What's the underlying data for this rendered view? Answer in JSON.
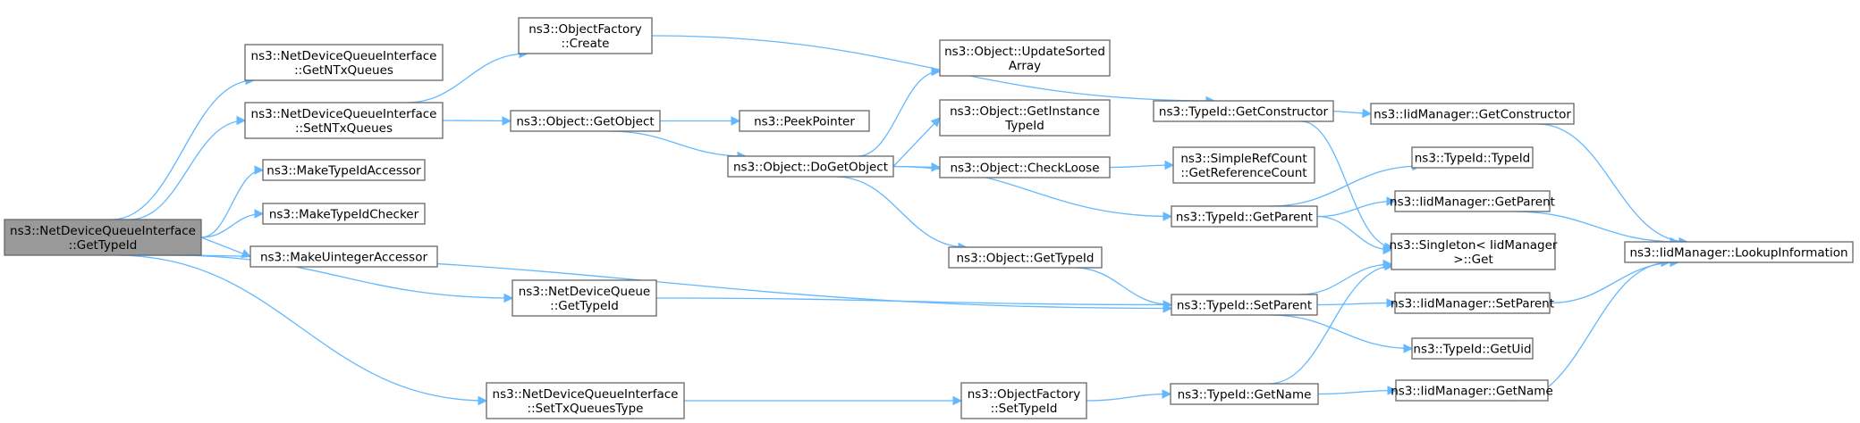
{
  "graph": {
    "type": "call-graph",
    "colors": {
      "edge": "#63b8ff",
      "node_border": "#666666",
      "root_fill": "#999999",
      "node_fill": "#ffffff"
    },
    "nodes": [
      {
        "id": "root",
        "lines": [
          "ns3::NetDeviceQueueInterface",
          "::GetTypeId"
        ],
        "root": true
      },
      {
        "id": "getntx",
        "lines": [
          "ns3::NetDeviceQueueInterface",
          "::GetNTxQueues"
        ]
      },
      {
        "id": "setntx",
        "lines": [
          "ns3::NetDeviceQueueInterface",
          "::SetNTxQueues"
        ]
      },
      {
        "id": "mktypeacc",
        "lines": [
          "ns3::MakeTypeIdAccessor"
        ]
      },
      {
        "id": "mktypechk",
        "lines": [
          "ns3::MakeTypeIdChecker"
        ]
      },
      {
        "id": "mkuintacc",
        "lines": [
          "ns3::MakeUintegerAccessor"
        ]
      },
      {
        "id": "ndq_gettid",
        "lines": [
          "ns3::NetDeviceQueue",
          "::GetTypeId"
        ]
      },
      {
        "id": "settxqt",
        "lines": [
          "ns3::NetDeviceQueueInterface",
          "::SetTxQueuesType"
        ]
      },
      {
        "id": "objfactcreate",
        "lines": [
          "ns3::ObjectFactory",
          "::Create"
        ]
      },
      {
        "id": "objgetobj",
        "lines": [
          "ns3::Object::GetObject"
        ]
      },
      {
        "id": "peekptr",
        "lines": [
          "ns3::PeekPointer"
        ]
      },
      {
        "id": "dogetobj",
        "lines": [
          "ns3::Object::DoGetObject"
        ]
      },
      {
        "id": "updsorted",
        "lines": [
          "ns3::Object::UpdateSorted",
          "Array"
        ]
      },
      {
        "id": "getinst",
        "lines": [
          "ns3::Object::GetInstance",
          "TypeId"
        ]
      },
      {
        "id": "chkloose",
        "lines": [
          "ns3::Object::CheckLoose"
        ]
      },
      {
        "id": "objgettid",
        "lines": [
          "ns3::Object::GetTypeId"
        ]
      },
      {
        "id": "ofsettid",
        "lines": [
          "ns3::ObjectFactory",
          "::SetTypeId"
        ]
      },
      {
        "id": "tgetctor",
        "lines": [
          "ns3::TypeId::GetConstructor"
        ]
      },
      {
        "id": "srcgetref",
        "lines": [
          "ns3::SimpleRefCount",
          "::GetReferenceCount"
        ]
      },
      {
        "id": "tgetparent",
        "lines": [
          "ns3::TypeId::GetParent"
        ]
      },
      {
        "id": "tsetparent",
        "lines": [
          "ns3::TypeId::SetParent"
        ]
      },
      {
        "id": "tgetname",
        "lines": [
          "ns3::TypeId::GetName"
        ]
      },
      {
        "id": "iidgetctor",
        "lines": [
          "ns3::IidManager::GetConstructor"
        ]
      },
      {
        "id": "ttypeid",
        "lines": [
          "ns3::TypeId::TypeId"
        ]
      },
      {
        "id": "iidgetparent",
        "lines": [
          "ns3::IidManager::GetParent"
        ]
      },
      {
        "id": "singleton",
        "lines": [
          "ns3::Singleton< IidManager",
          ">::Get"
        ]
      },
      {
        "id": "iidsetparent",
        "lines": [
          "ns3::IidManager::SetParent"
        ]
      },
      {
        "id": "tgetuid",
        "lines": [
          "ns3::TypeId::GetUid"
        ]
      },
      {
        "id": "iidgetname",
        "lines": [
          "ns3::IidManager::GetName"
        ]
      },
      {
        "id": "iidlookup",
        "lines": [
          "ns3::IidManager::LookupInformation"
        ]
      }
    ],
    "edges": [
      [
        "root",
        "getntx"
      ],
      [
        "root",
        "setntx"
      ],
      [
        "root",
        "mktypeacc"
      ],
      [
        "root",
        "mktypechk"
      ],
      [
        "root",
        "mkuintacc"
      ],
      [
        "root",
        "ndq_gettid"
      ],
      [
        "root",
        "tsetparent"
      ],
      [
        "root",
        "settxqt"
      ],
      [
        "setntx",
        "objfactcreate"
      ],
      [
        "setntx",
        "objgetobj"
      ],
      [
        "objfactcreate",
        "tgetctor"
      ],
      [
        "objgetobj",
        "peekptr"
      ],
      [
        "objgetobj",
        "dogetobj"
      ],
      [
        "dogetobj",
        "updsorted"
      ],
      [
        "dogetobj",
        "getinst"
      ],
      [
        "dogetobj",
        "chkloose"
      ],
      [
        "dogetobj",
        "objgettid"
      ],
      [
        "dogetobj",
        "tgetparent"
      ],
      [
        "chkloose",
        "srcgetref"
      ],
      [
        "objgettid",
        "tsetparent"
      ],
      [
        "ndq_gettid",
        "tsetparent"
      ],
      [
        "settxqt",
        "ofsettid"
      ],
      [
        "ofsettid",
        "tgetname"
      ],
      [
        "tgetctor",
        "iidgetctor"
      ],
      [
        "tgetctor",
        "singleton"
      ],
      [
        "tgetparent",
        "ttypeid"
      ],
      [
        "tgetparent",
        "iidgetparent"
      ],
      [
        "tgetparent",
        "singleton"
      ],
      [
        "tsetparent",
        "singleton"
      ],
      [
        "tsetparent",
        "iidsetparent"
      ],
      [
        "tsetparent",
        "tgetuid"
      ],
      [
        "tgetname",
        "singleton"
      ],
      [
        "tgetname",
        "iidgetname"
      ],
      [
        "iidgetctor",
        "iidlookup"
      ],
      [
        "iidgetparent",
        "iidlookup"
      ],
      [
        "iidsetparent",
        "iidlookup"
      ],
      [
        "iidgetname",
        "iidlookup"
      ]
    ]
  }
}
